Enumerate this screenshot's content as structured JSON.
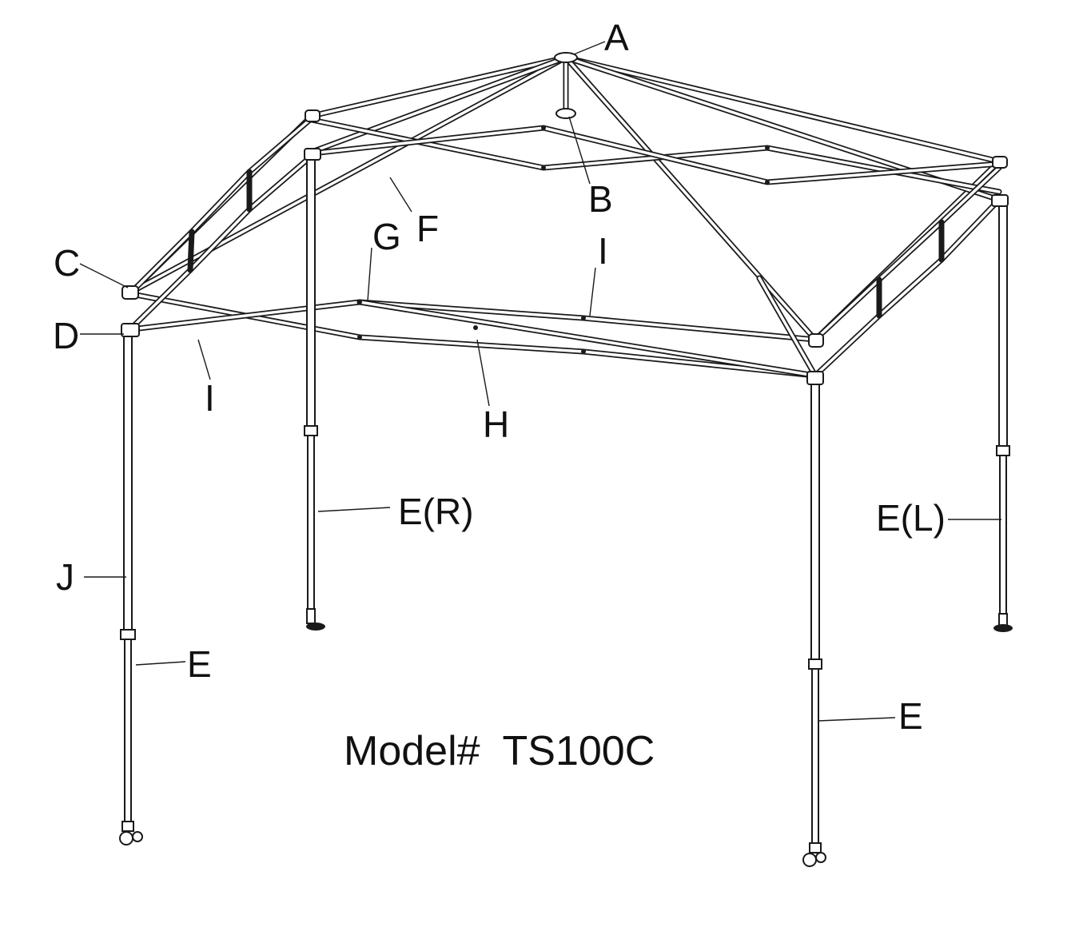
{
  "labels": {
    "A": "A",
    "B": "B",
    "C": "C",
    "D": "D",
    "F": "F",
    "G": "G",
    "I_top": "I",
    "I_bottom": "I",
    "H": "H",
    "E_R": "E(R)",
    "E_L": "E(L)",
    "J": "J",
    "E_left": "E",
    "E_right": "E"
  },
  "model_text": "Model#  TS100C"
}
